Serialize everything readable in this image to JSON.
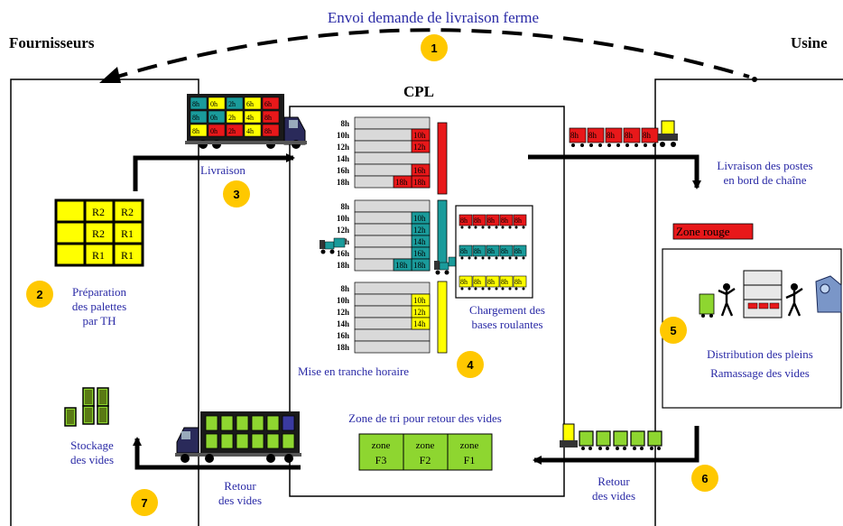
{
  "title": "Envoi demande de livraison ferme",
  "left_label": "Fournisseurs",
  "right_label": "Usine",
  "center_label": "CPL",
  "steps": [
    {
      "num": "1"
    },
    {
      "num": "2",
      "text": [
        "Préparation",
        "des palettes",
        "par TH"
      ]
    },
    {
      "num": "3",
      "text": [
        "Livraison"
      ]
    },
    {
      "num": "4",
      "text": [
        "Mise en tranche horaire"
      ]
    },
    {
      "num": "5",
      "text": [
        "Distribution des pleins",
        "Ramassage des vides"
      ]
    },
    {
      "num": "6",
      "text": [
        "Retour",
        "des vides"
      ]
    },
    {
      "num": "7",
      "text": [
        "Retour",
        "des vides"
      ]
    }
  ],
  "chargement_label": [
    "Chargement des",
    "bases roulantes"
  ],
  "livraison_postes": [
    "Livraison des postes",
    "en bord de chaîne"
  ],
  "zone_rouge": "Zone rouge",
  "stockage_label": [
    "Stockage",
    "des vides"
  ],
  "zone_tri_label": "Zone de tri pour retour des vides",
  "zones": [
    {
      "line1": "zone",
      "line2": "F3"
    },
    {
      "line1": "zone",
      "line2": "F2"
    },
    {
      "line1": "zone",
      "line2": "F1"
    }
  ],
  "palettes": [
    "R2",
    "R2",
    "R2",
    "R1",
    "R1",
    "R1"
  ],
  "time_slots": [
    "8h",
    "10h",
    "12h",
    "14h",
    "16h",
    "18h"
  ],
  "truck_cargo": [
    "8h",
    "0h",
    "2h",
    "6h",
    "6h",
    "8h",
    "0h",
    "2h",
    "4h",
    "8h",
    "8h",
    "0h",
    "2h",
    "4h",
    "8h"
  ],
  "train_cargo": [
    "8h",
    "8h",
    "8h",
    "8h",
    "8h"
  ],
  "base_row1": [
    "8h",
    "8h",
    "8h",
    "8h",
    "8h"
  ],
  "base_row2": [
    "8h",
    "8h",
    "8h",
    "8h",
    "8h"
  ],
  "base_row3": [
    "8h",
    "8h",
    "8h",
    "8h",
    "8h"
  ],
  "rack1_filled": [
    {
      "row": 1,
      "label": "10h"
    },
    {
      "row": 2,
      "label": "12h"
    },
    {
      "row": 4,
      "label": "16h"
    },
    {
      "row": 5,
      "label": "18h"
    },
    {
      "row": 5,
      "label": "18h"
    }
  ],
  "rack2_filled": [
    {
      "row": 1,
      "label": "10h"
    },
    {
      "row": 2,
      "label": "12h"
    },
    {
      "row": 3,
      "label": "14h"
    },
    {
      "row": 4,
      "label": "16h"
    },
    {
      "row": 5,
      "label": "18h"
    },
    {
      "row": 5,
      "label": "18h"
    }
  ],
  "rack3_filled": [
    {
      "row": 1,
      "label": "10h"
    },
    {
      "row": 2,
      "label": "12h"
    },
    {
      "row": 3,
      "label": "14h"
    }
  ],
  "colors": {
    "blue_text": "#2a2aa6",
    "red": "#e8181a",
    "teal": "#1a9b9b",
    "yellow": "#ffff00",
    "green": "#8ed630",
    "badge": "#ffc800",
    "dark_green": "#5a7a14"
  }
}
